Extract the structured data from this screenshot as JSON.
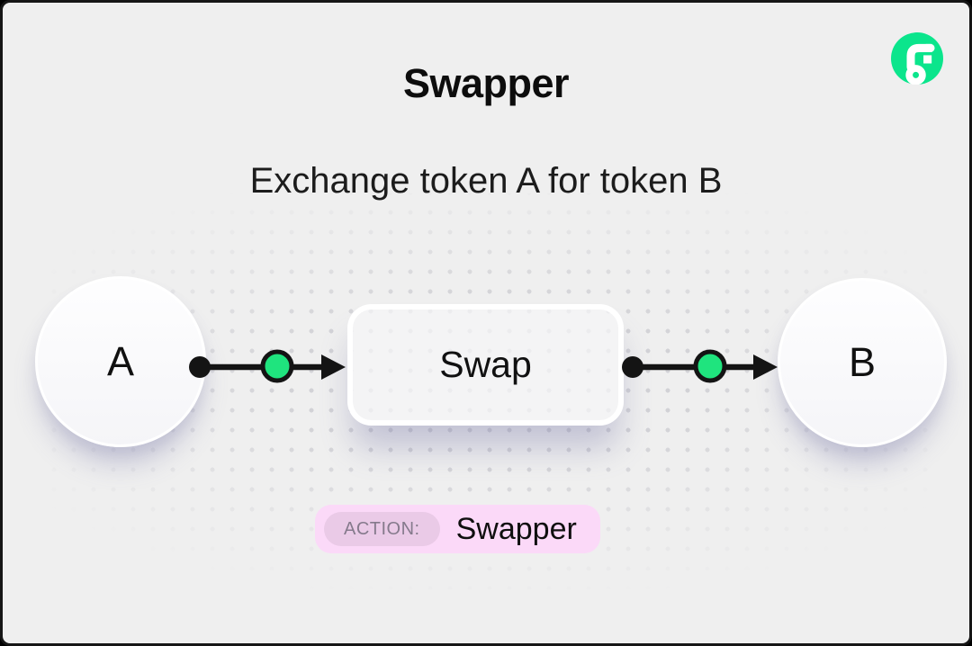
{
  "header": {
    "title": "Swapper",
    "subtitle": "Exchange token A for token B"
  },
  "flow": {
    "input_node": "A",
    "process_node": "Swap",
    "output_node": "B"
  },
  "action_badge": {
    "label": "ACTION:",
    "value": "Swapper"
  },
  "icons": {
    "logo": "flow-logo"
  },
  "colors": {
    "background": "#EFEFEF",
    "card_border": "#161616",
    "dot_grid": "#D2D2D6",
    "connector_black": "#141414",
    "connector_green": "#1FE47E",
    "logo_green": "#0BE58C",
    "badge_bg": "#FBD9F8",
    "badge_label_bg": "#EACAE7",
    "badge_label_text": "#857A8C",
    "text_primary": "#0D0D0D"
  }
}
